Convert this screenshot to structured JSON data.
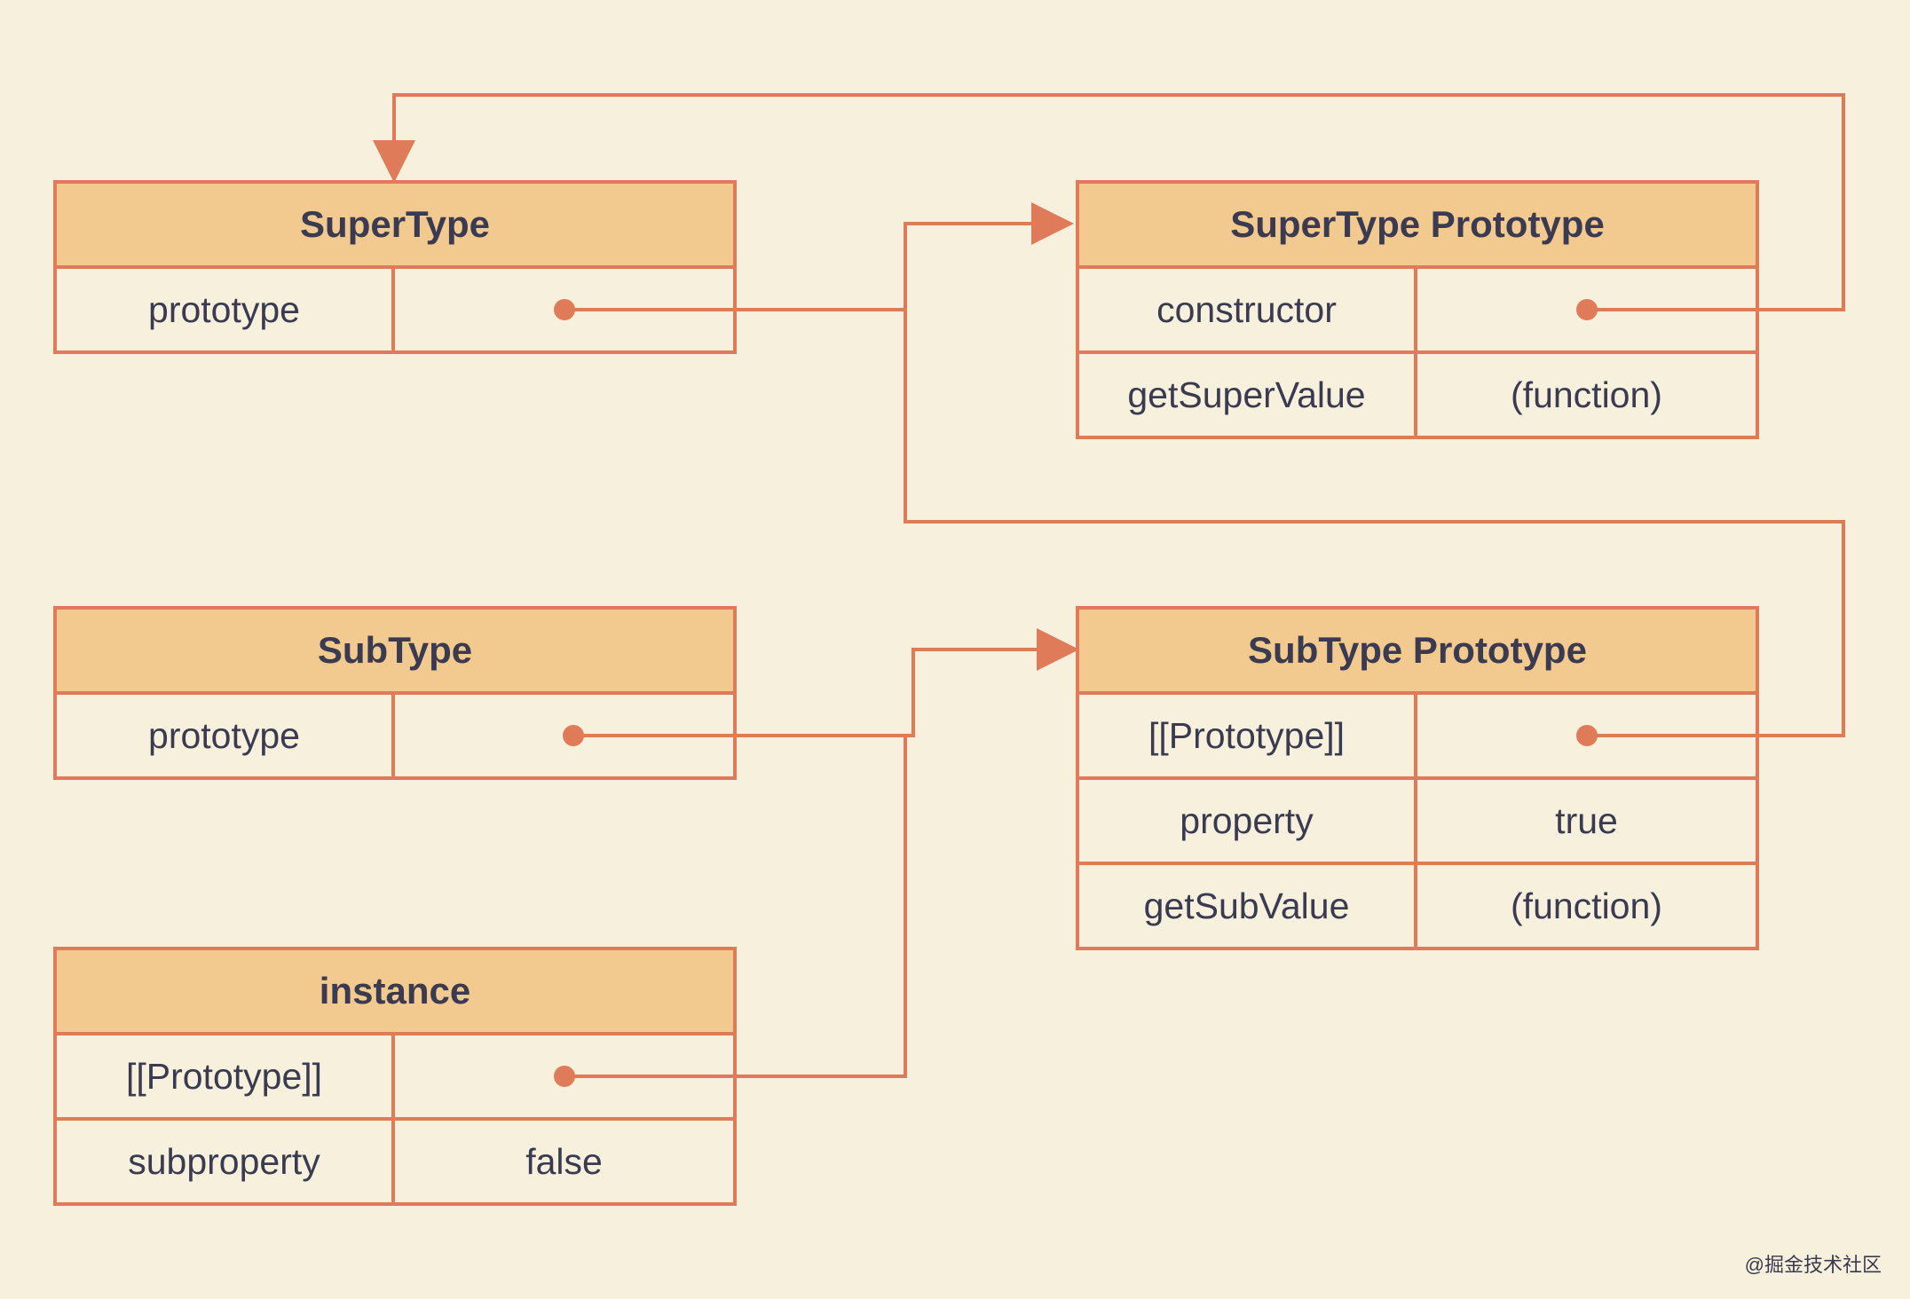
{
  "supertype": {
    "title": "SuperType",
    "rows": [
      {
        "key": "prototype",
        "value": ""
      }
    ]
  },
  "supertype_proto": {
    "title": "SuperType Prototype",
    "rows": [
      {
        "key": "constructor",
        "value": ""
      },
      {
        "key": "getSuperValue",
        "value": "(function)"
      }
    ]
  },
  "subtype": {
    "title": "SubType",
    "rows": [
      {
        "key": "prototype",
        "value": ""
      }
    ]
  },
  "subtype_proto": {
    "title": "SubType Prototype",
    "rows": [
      {
        "key": "[[Prototype]]",
        "value": ""
      },
      {
        "key": "property",
        "value": "true"
      },
      {
        "key": "getSubValue",
        "value": "(function)"
      }
    ]
  },
  "instance": {
    "title": "instance",
    "rows": [
      {
        "key": "[[Prototype]]",
        "value": ""
      },
      {
        "key": "subproperty",
        "value": "false"
      }
    ]
  },
  "watermark": "@掘金技术社区",
  "colors": {
    "line": "#e07b5a",
    "header": "#f2c98f",
    "background": "#f6f0dd",
    "text": "#3a3a50"
  }
}
